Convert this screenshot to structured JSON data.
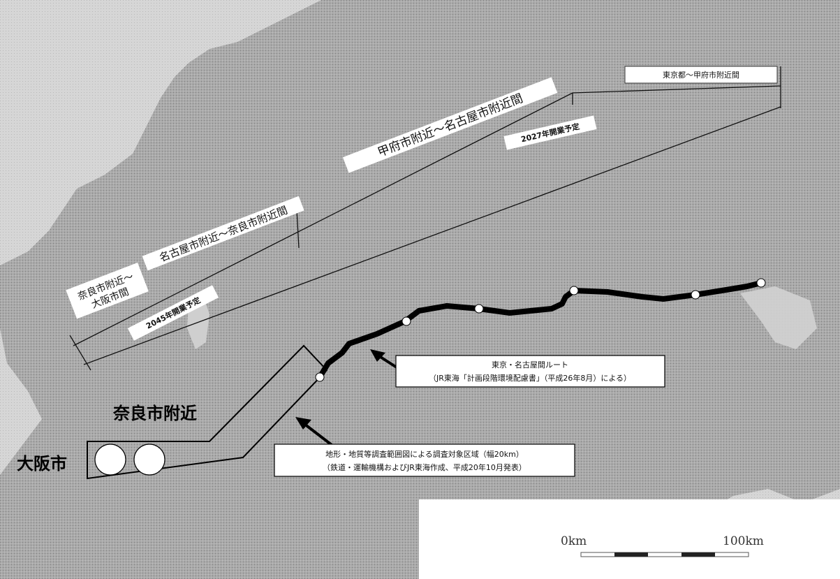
{
  "map": {
    "segments": {
      "tokyo_kofu": "東京都〜甲府市附近間",
      "kofu_nagoya": "甲府市附近〜名古屋市附近間",
      "nagoya_nara": "名古屋市附近〜奈良市附近間",
      "nara_osaka_line1": "奈良市附近〜",
      "nara_osaka_line2": "大阪市間"
    },
    "opening": {
      "y2027": "2027年開業予定",
      "y2045": "2045年開業予定"
    },
    "callouts": {
      "route_line1": "東京・名古屋間ルート",
      "route_line2": "（JR東海「計画段階環境配慮書」（平成26年8月）による）",
      "survey_line1": "地形・地質等調査範囲図による調査対象区域（幅20km）",
      "survey_line2": "（鉄道・運輸機構およびJR東海作成、平成20年10月発表）"
    },
    "cities": {
      "nara": "奈良市附近",
      "osaka": "大阪市"
    },
    "scale": {
      "start": "0km",
      "end": "100km"
    },
    "colors": {
      "route": "#000000",
      "land": "#a9a9a9",
      "sea": "#d8d8d8",
      "station": "#ffffff"
    }
  }
}
